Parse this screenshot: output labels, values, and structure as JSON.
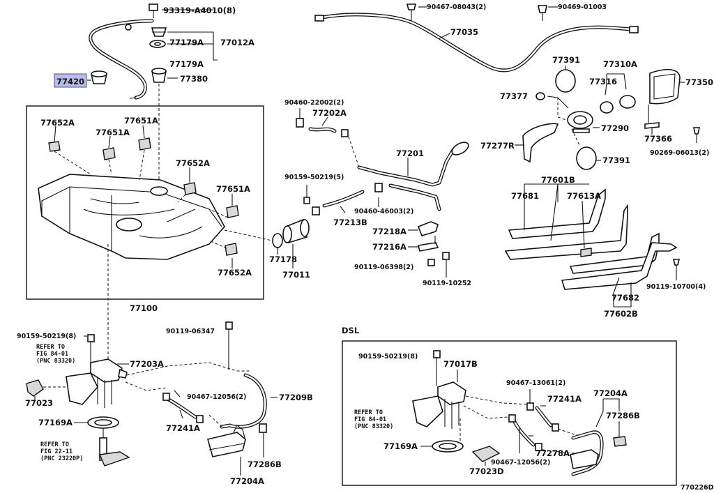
{
  "diagram_id": "770226D",
  "section_label": "DSL",
  "notes": {
    "refer_a_1": "REFER TO",
    "refer_a_2": "FIG 84-01",
    "refer_a_3": "(PNC 83320)",
    "refer_b_1": "REFER TO",
    "refer_b_2": "FIG 22-11",
    "refer_b_3": "(PNC 23220P)",
    "refer_c_1": "REFER TO",
    "refer_c_2": "FIG 84-01",
    "refer_c_3": "(PNC 83320)"
  },
  "highlighted_part": "77420",
  "parts": {
    "p93319": "93319-A4010(8)",
    "p77179a_1": "77179A",
    "p77012a": "77012A",
    "p77179a_2": "77179A",
    "p77420": "77420",
    "p77380": "77380",
    "p77652a_1": "77652A",
    "p77651a_1": "77651A",
    "p77651a_2": "77651A",
    "p77652a_2": "77652A",
    "p77651a_3": "77651A",
    "p77652a_3": "77652A",
    "p77100": "77100",
    "p90467_08043": "90467-08043(2)",
    "p90469_01003": "90469-01003",
    "p77035": "77035",
    "p90460_22002": "90460-22002(2)",
    "p77202a": "77202A",
    "p77201": "77201",
    "p90159_50219_5": "90159-50219(5)",
    "p90460_46003": "90460-46003(2)",
    "p77213b": "77213B",
    "p77218a": "77218A",
    "p77216a": "77216A",
    "p77178": "77178",
    "p77011": "77011",
    "p90119_06398": "90119-06398(2)",
    "p90119_10252": "90119-10252",
    "p77391_1": "77391",
    "p77310a": "77310A",
    "p77316": "77316",
    "p77350": "77350",
    "p77377": "77377",
    "p77290": "77290",
    "p77277r": "77277R",
    "p77366": "77366",
    "p90269_06013": "90269-06013(2)",
    "p77391_2": "77391",
    "p77601b": "77601B",
    "p77681": "77681",
    "p77613a": "77613A",
    "p90119_10700": "90119-10700(4)",
    "p77682": "77682",
    "p77602b": "77602B",
    "p90159_50219_8a": "90159-50219(8)",
    "p90119_06347": "90119-06347",
    "p77203a": "77203A",
    "p77023": "77023",
    "p90467_12056_a": "90467-12056(2)",
    "p77209b": "77209B",
    "p77169a_1": "77169A",
    "p77241a_1": "77241A",
    "p77286b_1": "77286B",
    "p77204a_1": "77204A",
    "p90159_50219_8b": "90159-50219(8)",
    "p77017b": "77017B",
    "p90467_13061": "90467-13061(2)",
    "p77241a_2": "77241A",
    "p77204a_2": "77204A",
    "p77286b_2": "77286B",
    "p77169a_2": "77169A",
    "p77023d": "77023D",
    "p77278a": "77278A",
    "p90467_12056_b": "90467-12056(2)"
  }
}
